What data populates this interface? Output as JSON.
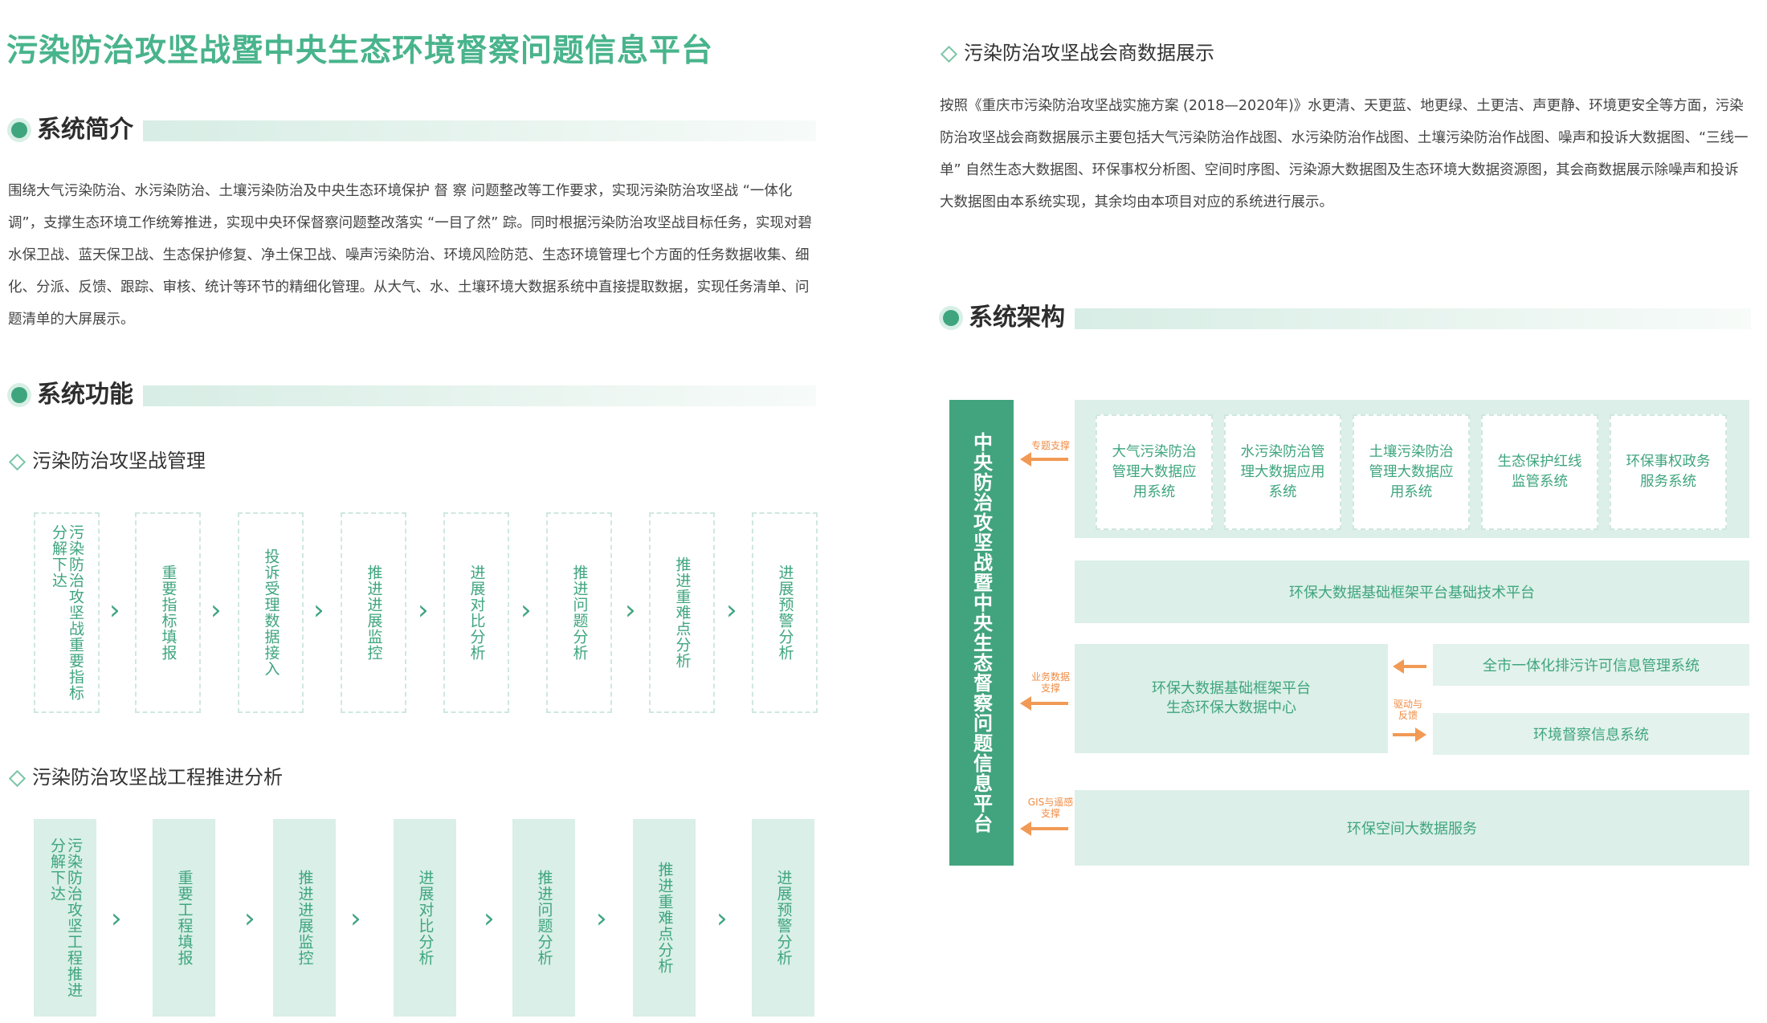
{
  "title": "污染防治攻坚战暨中央生态环境督察问题信息平台",
  "intro": {
    "heading": "系统简介",
    "text": "围绕大气污染防治、水污染防治、土壤污染防治及中央生态环境保护 督 察 问题整改等工作要求，实现污染防治攻坚战 “一体化调”，支撑生态环境工作统筹推进，实现中央环保督察问题整改落实 “一目了然” 踪。同时根据污染防治攻坚战目标任务，实现对碧水保卫战、蓝天保卫战、生态保护修复、净土保卫战、噪声污染防治、环境风险防范、生态环境管理七个方面的任务数据收集、细化、分派、反馈、跟踪、审核、统计等环节的精细化管理。从大气、水、土壤环境大数据系统中直接提取数据，实现任务清单、问题清单的大屏展示。"
  },
  "functions": {
    "heading": "系统功能",
    "mgmt": {
      "heading": "污染防治攻坚战管理",
      "steps": [
        "污染防治攻坚战重要指标\n分解下达",
        "重要指标填报",
        "投诉受理数据接入",
        "推进进展监控",
        "进展对比分析",
        "推进问题分析",
        "推进重难点分析",
        "进展预警分析"
      ]
    },
    "project": {
      "heading": "污染防治攻坚战工程推进分析",
      "steps": [
        "污染防治攻坚工程推进\n分解下达",
        "重要工程填报",
        "推进进展监控",
        "进展对比分析",
        "推进问题分析",
        "推进重难点分析",
        "进展预警分析"
      ]
    }
  },
  "chamber": {
    "heading": "污染防治攻坚战会商数据展示",
    "text": "按照《重庆市污染防治攻坚战实施方案 (2018—2020年)》水更清、天更蓝、地更绿、土更洁、声更静、环境更安全等方面，污染防治攻坚战会商数据展示主要包括大气污染防治作战图、水污染防治作战图、土壤污染防治作战图、噪声和投诉大数据图、“三线一单” 自然生态大数据图、环保事权分析图、空间时序图、污染源大数据图及生态环境大数据资源图，其会商数据展示除噪声和投诉大数据图由本系统实现，其余均由本项目对应的系统进行展示。"
  },
  "architecture": {
    "heading": "系统架构",
    "pillar": "中央防治攻坚战暨中央生态督察问题信息平台",
    "labels": {
      "topic": "专题支撑",
      "business": "业务数据\n支撑",
      "gis": "GIS与遥感\n支撑",
      "drive": "驱动与\n反馈"
    },
    "apps": [
      "大气污染防治\n管理大数据应\n用系统",
      "水污染防治管\n理大数据应用\n系统",
      "土壤污染防治\n管理大数据应\n用系统",
      "生态保护红线\n监管系统",
      "环保事权政务\n服务系统"
    ],
    "base_platform": "环保大数据基础框架平台基础技术平台",
    "data_center": "环保大数据基础框架平台\n生态环保大数据中心",
    "permit": "全市一体化排污许可信息管理系统",
    "supervision": "环境督察信息系统",
    "spatial": "环保空间大数据服务"
  }
}
